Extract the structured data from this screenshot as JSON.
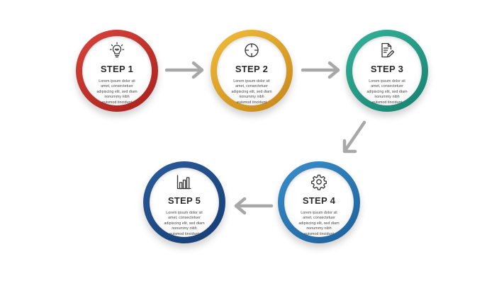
{
  "colors": {
    "step1": "#c0302b",
    "step2": "#e0a22c",
    "step3": "#229a84",
    "step4": "#2a7bbf",
    "step5": "#1b4a86",
    "arrow": "#a8a8a8"
  },
  "steps": [
    {
      "title": "STEP 1",
      "icon": "lightbulb-icon",
      "text": "Lorem ipsum dolor sit\namet, consectetuer\nadipiscing elit, sed diam\nnonummy nibh\neuismod tincidunt"
    },
    {
      "title": "STEP 2",
      "icon": "target-icon",
      "text": "Lorem ipsum dolor sit\namet, consectetuer\nadipiscing elit, sed diam\nnonummy nibh\neuismod tincidunt"
    },
    {
      "title": "STEP 3",
      "icon": "document-pencil-icon",
      "text": "Lorem ipsum dolor sit\namet, consectetuer\nadipiscing elit, sed diam\nnonummy nibh\neuismod tincidunt"
    },
    {
      "title": "STEP 4",
      "icon": "gear-icon",
      "text": "Lorem ipsum dolor sit\namet, consectetuer\nadipiscing elit, sed diam\nnonummy nibh\neuismod tincidunt"
    },
    {
      "title": "STEP 5",
      "icon": "bar-chart-icon",
      "text": "Lorem ipsum dolor sit\namet, consectetuer\nadipiscing elit, sed diam\nnonummy nibh\neuismod tincidunt"
    }
  ]
}
